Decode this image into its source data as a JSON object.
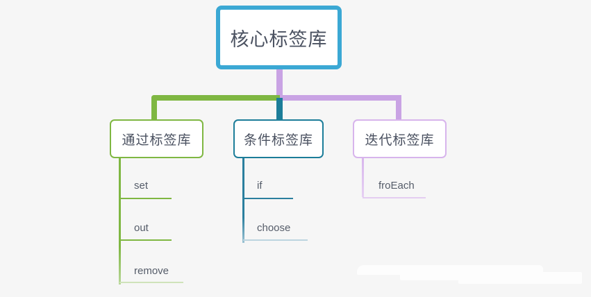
{
  "diagram": {
    "type": "mind-map",
    "background_color": "#f6f6f6",
    "root": {
      "label": "核心标签库",
      "border_color": "#3ba8d4",
      "text_color": "#4a5160"
    },
    "branches": [
      {
        "id": "pass",
        "label": "通过标签库",
        "color": "#7fb742",
        "leaves": [
          {
            "label": "set"
          },
          {
            "label": "out"
          },
          {
            "label": "remove"
          }
        ]
      },
      {
        "id": "condition",
        "label": "条件标签库",
        "color": "#1c7d99",
        "leaves": [
          {
            "label": "if"
          },
          {
            "label": "choose"
          }
        ]
      },
      {
        "id": "iteration",
        "label": "迭代标签库",
        "color": "#d7b4ec",
        "leaves": [
          {
            "label": "froEach"
          }
        ]
      }
    ],
    "connectors": {
      "root_stem_color": "#c9a3e4",
      "bus_left_color": "#7fb742",
      "bus_right_color": "#c9a3e4",
      "middle_drop_color": "#1c7d99"
    }
  }
}
